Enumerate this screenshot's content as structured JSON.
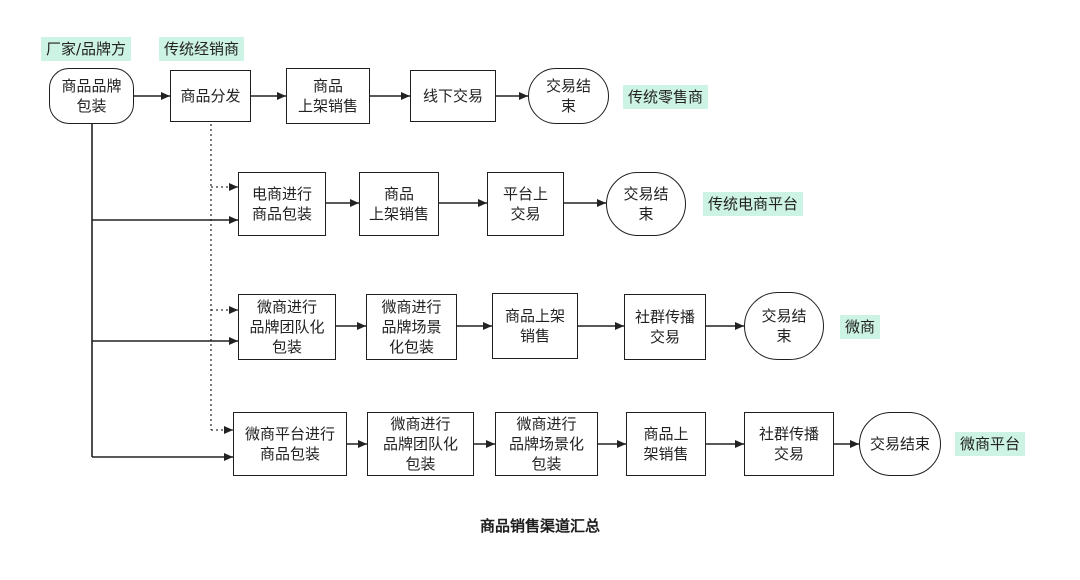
{
  "source": {
    "tag_label": "厂家/品牌方",
    "brand_node_label": "商品品牌\n包装"
  },
  "flows": [
    {
      "name": "traditional-retail",
      "channel_tag": "传统零售商",
      "steps": [
        "商品分发",
        "商品\n上架销售",
        "线下交易",
        "交易结束"
      ]
    },
    {
      "name": "traditional-ecommerce",
      "channel_tag": "传统电商平台",
      "steps": [
        "电商进行\n商品包装",
        "商品\n上架销售",
        "平台上\n交易",
        "交易结束"
      ]
    },
    {
      "name": "wechat-business",
      "channel_tag": "微商",
      "steps": [
        "微商进行\n品牌团队化\n包装",
        "微商进行\n品牌场景\n化包装",
        "商品上架\n销售",
        "社群传播\n交易",
        "交易结束"
      ]
    },
    {
      "name": "wechat-business-platform",
      "channel_tag": "微商平台",
      "steps": [
        "微商平台进行\n商品包装",
        "微商进行\n品牌团队化\n包装",
        "微商进行\n品牌场景化\n包装",
        "商品上\n架销售",
        "社群传播\n交易",
        "交易结束"
      ]
    }
  ],
  "distributor_tag": "传统经销商",
  "caption": "商品销售渠道汇总"
}
